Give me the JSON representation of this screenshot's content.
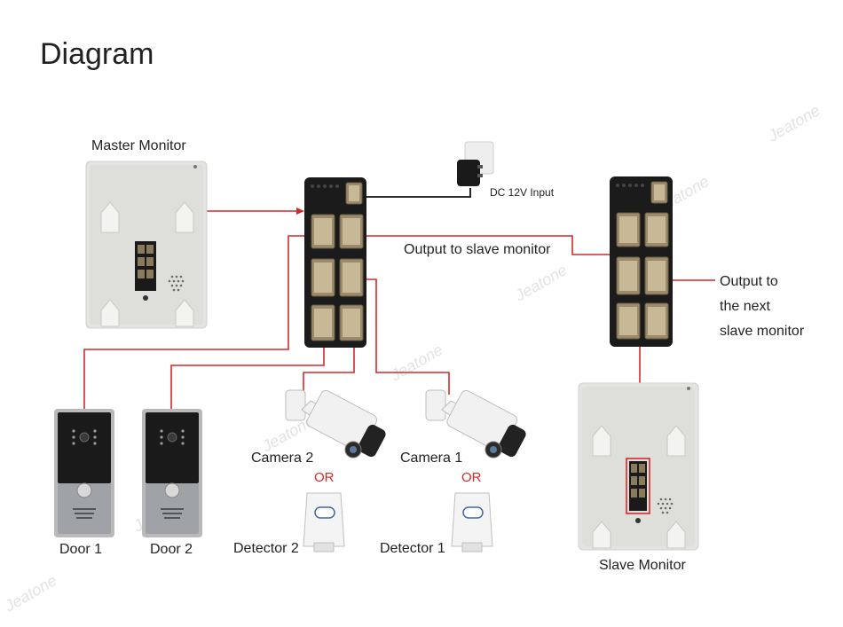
{
  "title": "Diagram",
  "watermark": "Jeatone",
  "components": {
    "master_monitor": "Master Monitor",
    "slave_monitor": "Slave Monitor",
    "power": "DC 12V Input",
    "door1": "Door 1",
    "door2": "Door 2",
    "camera1": "Camera 1",
    "camera2": "Camera 2",
    "detector1": "Detector 1",
    "detector2": "Detector 2",
    "or_label": "OR"
  },
  "annotations": {
    "output_slave": "Output to slave monitor",
    "output_next_line1": "Output to",
    "output_next_line2": "the next",
    "output_next_line3": "slave monitor"
  },
  "colors": {
    "wire": "#d42a2a",
    "power_wire": "#111111"
  }
}
